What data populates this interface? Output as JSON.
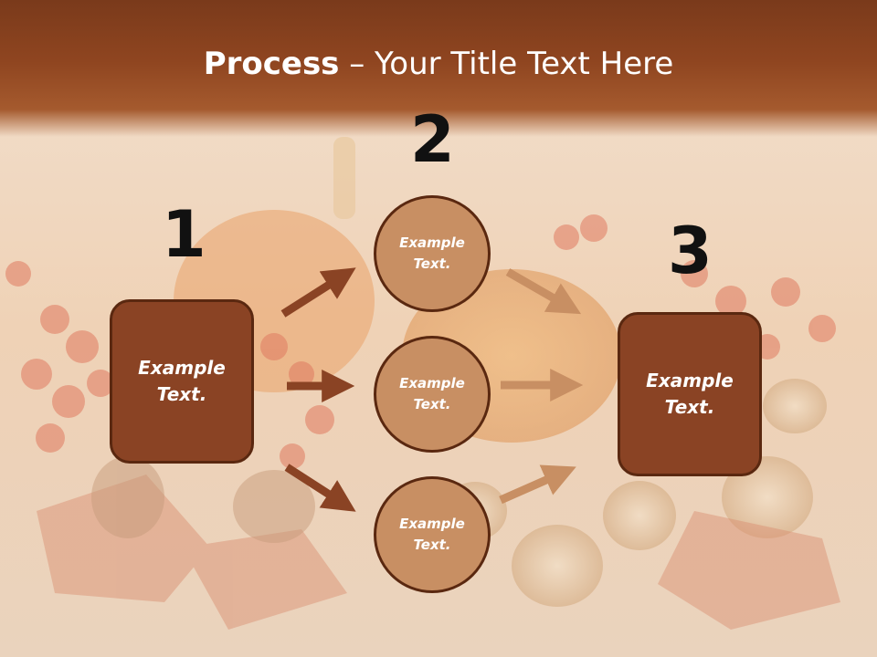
{
  "title": {
    "bold": "Process",
    "rest": " – Your Title Text Here"
  },
  "steps": [
    {
      "number": "1",
      "text_line1": "Example",
      "text_line2": "Text."
    },
    {
      "number": "2",
      "text_line1": "Example",
      "text_line2": "Text."
    },
    {
      "number": "3",
      "text_line1": "Example",
      "text_line2": "Text."
    }
  ],
  "circles": [
    {
      "line1": "Example",
      "line2": "Text."
    },
    {
      "line1": "Example",
      "line2": "Text."
    },
    {
      "line1": "Example",
      "line2": "Text."
    }
  ],
  "colors": {
    "title_band": "#8f4520",
    "box_fill": "#8a4324",
    "circle_fill": "#c88f63",
    "arrow_dark": "#8a4324",
    "arrow_light": "#c88f63"
  }
}
